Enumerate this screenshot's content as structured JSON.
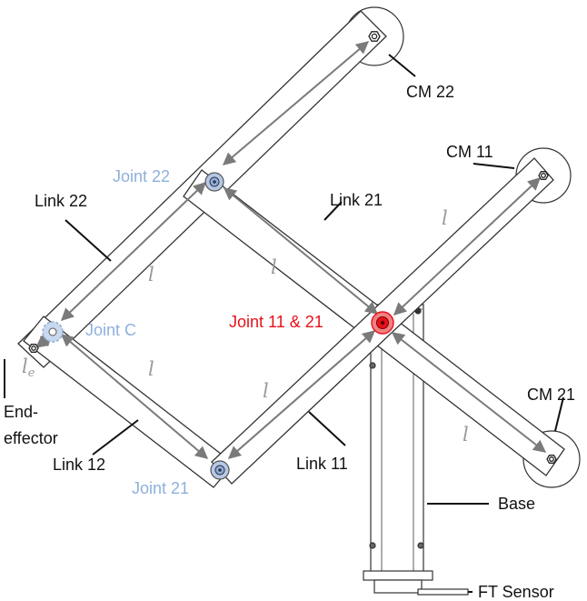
{
  "labels": {
    "cm22": "CM 22",
    "cm11": "CM 11",
    "cm21": "CM 21",
    "joint22": "Joint 22",
    "joint21": "Joint 21",
    "jointC": "Joint C",
    "joint11_21": "Joint 11 & 21",
    "link21": "Link 21",
    "link22": "Link 22",
    "link12": "Link 12",
    "link11": "Link 11",
    "end1": "End-",
    "end2": "effector",
    "base": "Base",
    "ft": "FT Sensor"
  },
  "symbols": {
    "l": "l",
    "le_main": "l",
    "le_sub": "e"
  },
  "colors": {
    "blue": "#8fb0db",
    "red": "#e8111b",
    "arrow": "#7a7a7a",
    "outline": "#333333"
  }
}
